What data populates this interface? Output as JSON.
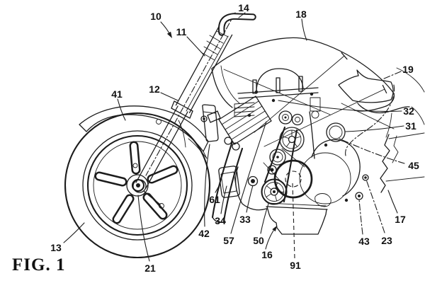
{
  "figure": {
    "caption": "FIG. 1",
    "line_color": "#1c1c1c",
    "background_color": "#ffffff",
    "subject": "motorcycle front section with engine, patent line drawing",
    "labels": [
      {
        "ref": "10",
        "text": "10"
      },
      {
        "ref": "11",
        "text": "11"
      },
      {
        "ref": "12",
        "text": "12"
      },
      {
        "ref": "13",
        "text": "13"
      },
      {
        "ref": "14",
        "text": "14"
      },
      {
        "ref": "16",
        "text": "16"
      },
      {
        "ref": "17",
        "text": "17"
      },
      {
        "ref": "18",
        "text": "18"
      },
      {
        "ref": "19",
        "text": "19"
      },
      {
        "ref": "21",
        "text": "21"
      },
      {
        "ref": "23",
        "text": "23"
      },
      {
        "ref": "31",
        "text": "31"
      },
      {
        "ref": "32",
        "text": "32"
      },
      {
        "ref": "33",
        "text": "33"
      },
      {
        "ref": "34",
        "text": "34"
      },
      {
        "ref": "41",
        "text": "41"
      },
      {
        "ref": "42",
        "text": "42"
      },
      {
        "ref": "43",
        "text": "43"
      },
      {
        "ref": "45",
        "text": "45"
      },
      {
        "ref": "50",
        "text": "50"
      },
      {
        "ref": "57",
        "text": "57"
      },
      {
        "ref": "61",
        "text": "61"
      },
      {
        "ref": "91",
        "text": "91"
      }
    ]
  }
}
